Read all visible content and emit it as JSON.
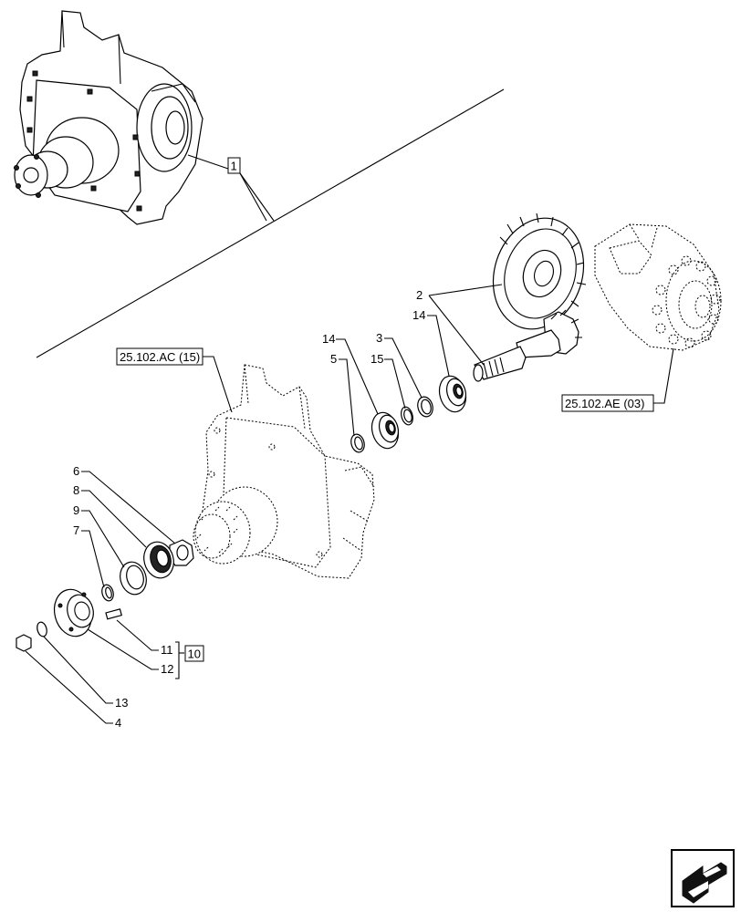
{
  "callouts": {
    "assembly_ref": "1",
    "group_ref": "10",
    "housing_ref": "25.102.AC (15)",
    "diff_ref": "25.102.AE (03)"
  },
  "parts": {
    "p2": "2",
    "p3": "3",
    "p4": "4",
    "p5": "5",
    "p6": "6",
    "p7": "7",
    "p8": "8",
    "p9": "9",
    "p11": "11",
    "p12": "12",
    "p13": "13",
    "p14a": "14",
    "p14b": "14",
    "p15": "15"
  },
  "nav_icon": "next-page-arrow-icon"
}
